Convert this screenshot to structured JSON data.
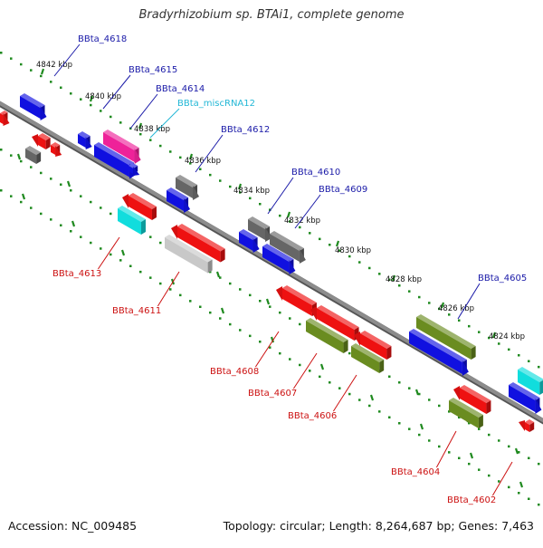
{
  "title": "Bradyrhizobium sp. BTAi1, complete genome",
  "footer": {
    "accession": "Accession: NC_009485",
    "topology": "Topology: circular; Length: 8,264,687 bp; Genes: 7,463"
  },
  "colors": {
    "axis": "#8c8c8c",
    "ticks": "#1f8a1f",
    "label_forward": "#1a1aa8",
    "label_reverse": "#cc1111",
    "label_rna": "#22b7d6",
    "blue": "#1010e0",
    "red": "#ee1111",
    "olive": "#6a8c20",
    "gray": "#666666",
    "cyan": "#11dddd",
    "magenta": "#ee2299",
    "light_gray": "#c8c8c8"
  },
  "ruler_labels": [
    "4842 kbp",
    "4840 kbp",
    "4838 kbp",
    "4836 kbp",
    "4834 kbp",
    "4832 kbp",
    "4830 kbp",
    "4828 kbp",
    "4826 kbp",
    "4824 kbp"
  ],
  "gene_labels_top": [
    {
      "text": "BBta_4618",
      "kind": "forward"
    },
    {
      "text": "BBta_4615",
      "kind": "forward"
    },
    {
      "text": "BBta_4614",
      "kind": "forward"
    },
    {
      "text": "BBta_miscRNA12",
      "kind": "rna"
    },
    {
      "text": "BBta_4612",
      "kind": "forward"
    },
    {
      "text": "BBta_4610",
      "kind": "forward"
    },
    {
      "text": "BBta_4609",
      "kind": "forward"
    },
    {
      "text": "BBta_4605",
      "kind": "forward"
    }
  ],
  "gene_labels_bottom": [
    {
      "text": "BBta_4613",
      "kind": "reverse"
    },
    {
      "text": "BBta_4611",
      "kind": "reverse"
    },
    {
      "text": "BBta_4608",
      "kind": "reverse"
    },
    {
      "text": "BBta_4607",
      "kind": "reverse"
    },
    {
      "text": "BBta_4606",
      "kind": "reverse"
    },
    {
      "text": "BBta_4604",
      "kind": "reverse"
    },
    {
      "text": "BBta_4602",
      "kind": "reverse"
    }
  ]
}
